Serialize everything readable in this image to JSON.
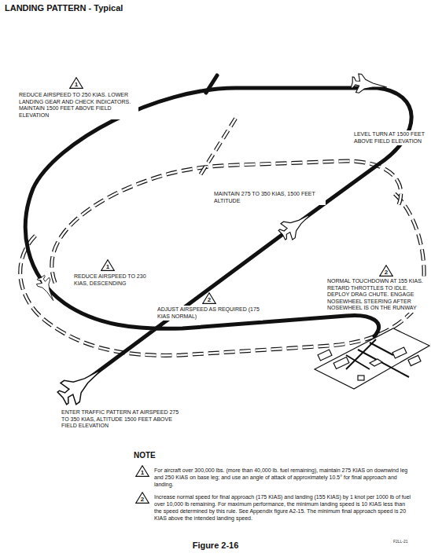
{
  "diagram": {
    "title": "LANDING PATTERN - Typical",
    "caption": "Figure 2-16",
    "labels": [
      "1",
      "REDUCE AIRSPEED TO 250 KIAS. LOWER LANDING GEAR AND CHECK INDICATORS. MAINTAIN 1500 FEET ABOVE FIELD ELEVATION",
      "LEVEL TURN AT 1500 FEET ABOVE FIELD ELEVATION",
      "MAINTAIN 275 TO 350 KIAS, 1500 FEET ALTITUDE",
      "1",
      "REDUCE AIRSPEED TO 230 KIAS, DESCENDING",
      "2",
      "ADJUST AIRSPEED AS REQUIRED (175 KIAS NORMAL)",
      "2",
      "NORMAL TOUCHDOWN AT 155 KIAS. RETARD THROTTLES TO IDLE. DEPLOY DRAG CHUTE. ENGAGE NOSEWHEEL STEERING AFTER NOSEWHEEL IS ON THE RUNWAY",
      "ENTER TRAFFIC PATTERN AT AIRSPEED 275 TO 350 KIAS, ALTITUDE 1500 FEET ABOVE FIELD ELEVATION",
      "NOTE",
      "1",
      "For aircraft over 300,000 lbs. (more than 40,000 lb. fuel remaining), maintain 275 KIAS on downwind leg and 250 KIAS on base leg; and use an angle of attack of approximately 10.5° for final approach and landing.",
      "2",
      "Increase normal speed for final approach (175 KIAS) and landing (155 KIAS) by 1 knot per 1000 lb of fuel over 10,000 lb remaining. For maximum performance, the minimum landing speed is 10 KIAS less than the speed determined by this rule. See Appendix figure A2-15. The minimum final approach speed is 20 KIAS above the intended landing speed.",
      "F2LL-21"
    ]
  }
}
